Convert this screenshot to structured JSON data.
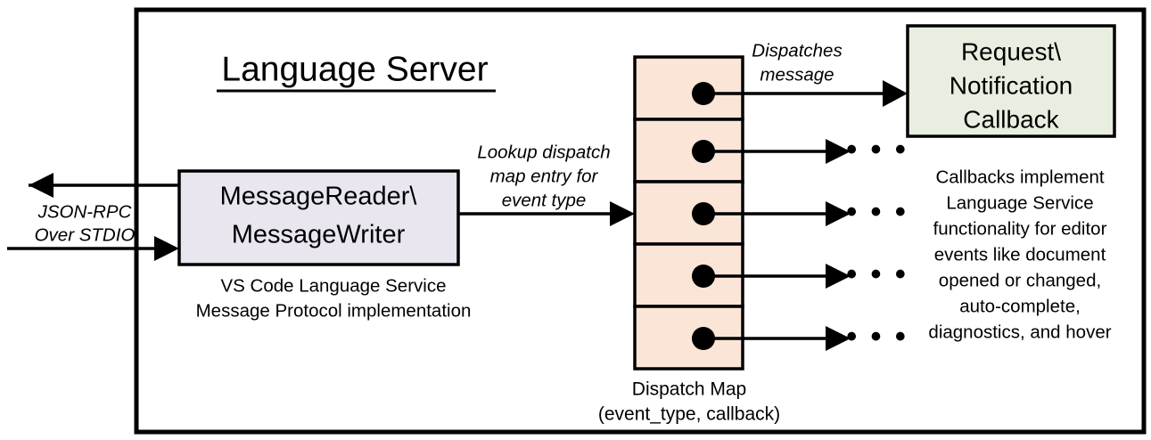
{
  "diagram": {
    "title": "Language Server",
    "external_label": {
      "line1": "JSON-RPC",
      "line2": "Over STDIO"
    },
    "message_box": {
      "line1": "MessageReader\\",
      "line2": "MessageWriter",
      "fill": "#E9E6F0"
    },
    "message_box_caption": {
      "line1": "VS Code Language Service",
      "line2": "Message Protocol implementation"
    },
    "lookup_label": {
      "line1": "Lookup dispatch",
      "line2": "map entry for",
      "line3": "event type"
    },
    "dispatch_label": {
      "line1": "Dispatches",
      "line2": "message"
    },
    "dispatch_map": {
      "fill": "#FBE5D6",
      "caption_line1": "Dispatch Map",
      "caption_line2": "(event_type, callback)",
      "rows": [
        {
          "index": 1,
          "ellipsis": ""
        },
        {
          "index": 2,
          "ellipsis": "• • •"
        },
        {
          "index": 3,
          "ellipsis": "• • •"
        },
        {
          "index": 4,
          "ellipsis": "• • •"
        },
        {
          "index": 5,
          "ellipsis": "• • •"
        }
      ]
    },
    "callback_box": {
      "line1": "Request\\",
      "line2": "Notification",
      "line3": "Callback",
      "fill": "#E8EFE0"
    },
    "callback_caption": {
      "line1": "Callbacks implement",
      "line2": "Language Service",
      "line3": "functionality for editor",
      "line4": "events like document",
      "line5": "opened or changed,",
      "line6": "auto-complete,",
      "line7": "diagnostics, and hover"
    },
    "colors": {
      "background": "#FFFFFF",
      "stroke": "#000000",
      "lavender": "#E9E6F0",
      "peach": "#FBE5D6",
      "sage": "#E8EFE0"
    }
  }
}
